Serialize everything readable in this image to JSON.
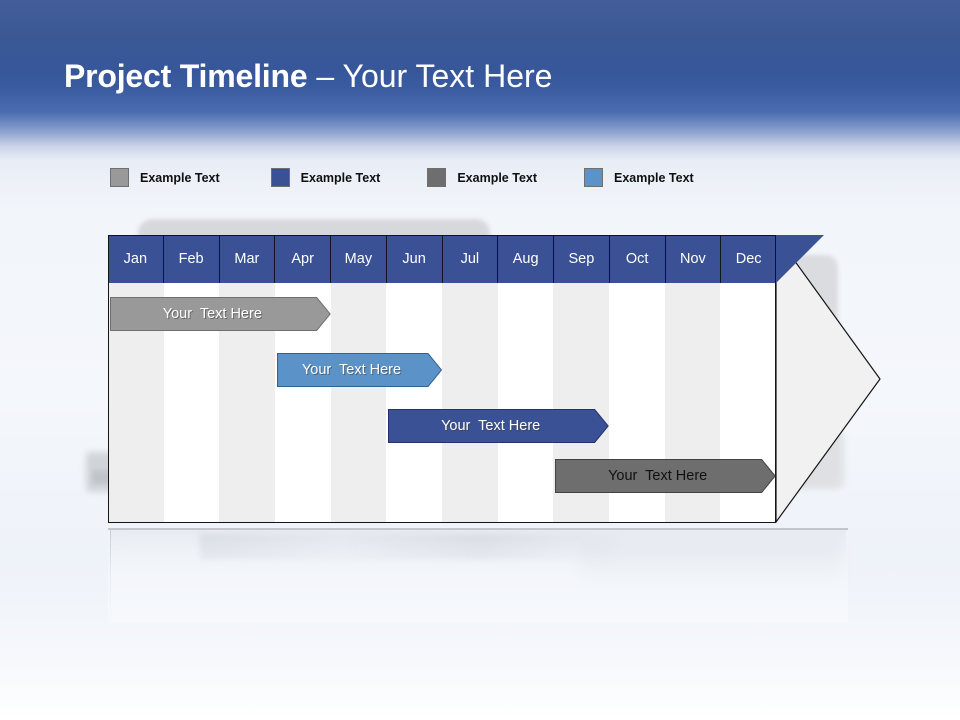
{
  "slide": {
    "title_strong": "Project Timeline",
    "title_rest": "– Your Text Here"
  },
  "legend": {
    "items": [
      {
        "label": "Example Text",
        "color": "#999999"
      },
      {
        "label": "Example Text",
        "color": "#3a5195"
      },
      {
        "label": "Example Text",
        "color": "#6e6e6e"
      },
      {
        "label": "Example Text",
        "color": "#5b92c8"
      }
    ]
  },
  "chart_data": {
    "type": "bar",
    "title": "Project Timeline – Your Text Here",
    "xlabel": "",
    "ylabel": "",
    "categories": [
      "Jan",
      "Feb",
      "Mar",
      "Apr",
      "May",
      "Jun",
      "Jul",
      "Aug",
      "Sep",
      "Oct",
      "Nov",
      "Dec"
    ],
    "grid": true,
    "legend_position": "top",
    "series": [
      {
        "name": "Example Text",
        "label": "Your  Text Here",
        "color": "#999999",
        "start_month": "Jan",
        "end_month": "Apr",
        "start_index": 0,
        "end_index": 4
      },
      {
        "name": "Example Text",
        "label": "Your  Text Here",
        "color": "#5b92c8",
        "start_month": "Apr",
        "end_month": "Jun",
        "start_index": 3,
        "end_index": 6
      },
      {
        "name": "Example Text",
        "label": "Your  Text Here",
        "color": "#3a5195",
        "start_month": "Jun",
        "end_month": "Sep",
        "start_index": 5,
        "end_index": 9
      },
      {
        "name": "Example Text",
        "label": "Your  Text Here",
        "color": "#6e6e6e",
        "start_month": "Sep",
        "end_month": "Nov",
        "start_index": 8,
        "end_index": 12
      }
    ]
  },
  "bars": [
    {
      "label": "Your  Text Here",
      "color": "#999999",
      "stroke": "#6d6f72",
      "text": "light"
    },
    {
      "label": "Your  Text Here",
      "color": "#5b92c8",
      "stroke": "#2f648f",
      "text": "light"
    },
    {
      "label": "Your  Text Here",
      "color": "#3a5195",
      "stroke": "#22346b",
      "text": "light"
    },
    {
      "label": "Your  Text Here",
      "color": "#6e6e6e",
      "stroke": "#434343",
      "text": "dark"
    }
  ],
  "months": [
    "Jan",
    "Feb",
    "Mar",
    "Apr",
    "May",
    "Jun",
    "Jul",
    "Aug",
    "Sep",
    "Oct",
    "Nov",
    "Dec"
  ]
}
